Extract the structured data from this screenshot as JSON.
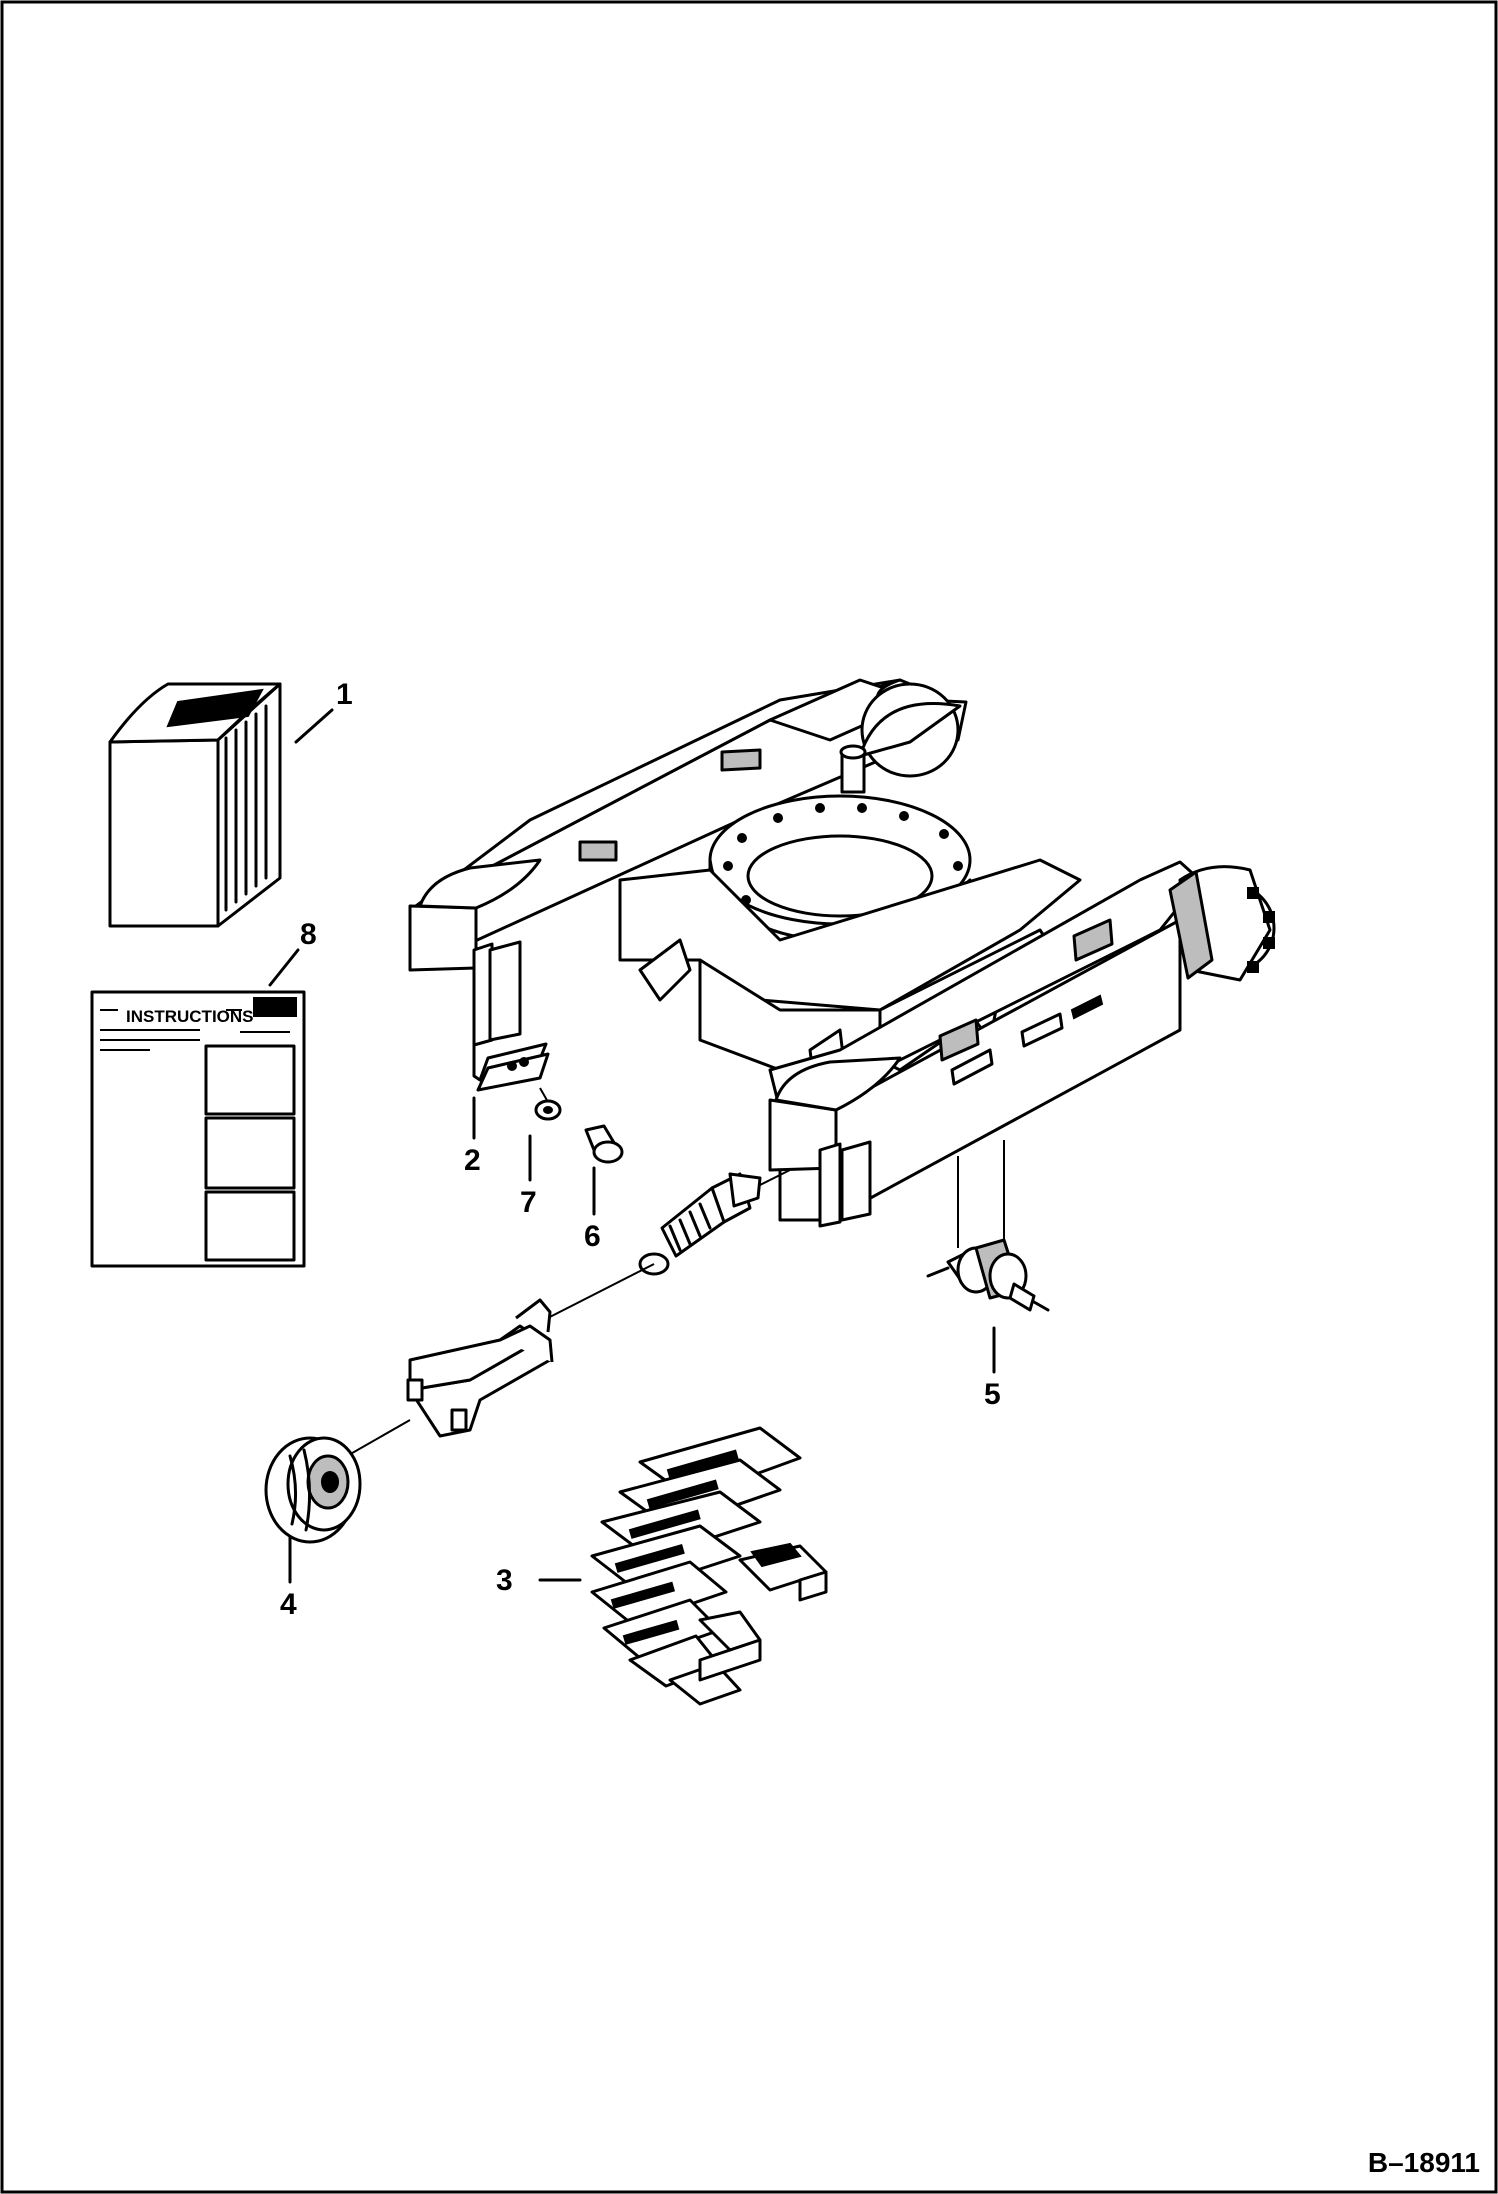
{
  "callouts": [
    "1",
    "2",
    "3",
    "4",
    "5",
    "6",
    "7",
    "8"
  ],
  "figure_id": "B–18911",
  "instruction_sheet": {
    "heading": "INSTRUCTIONS"
  }
}
